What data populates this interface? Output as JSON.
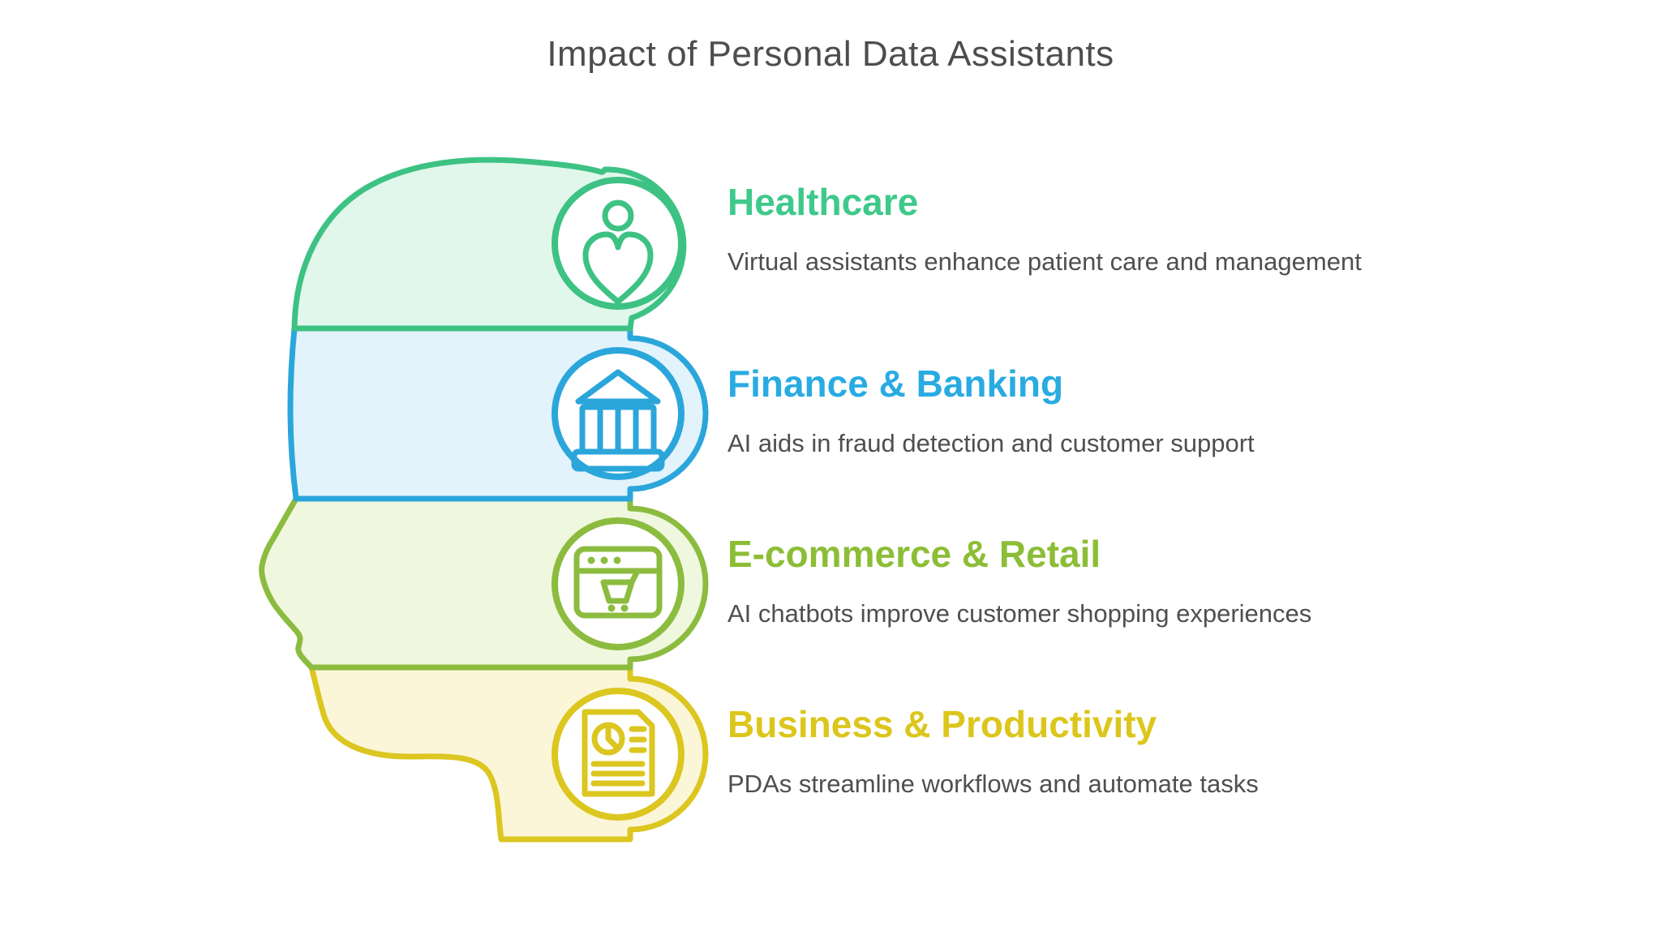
{
  "title": "Impact of Personal Data Assistants",
  "colors": {
    "background": "#ffffff",
    "title_text": "#4d4d4d",
    "body_text": "#4f4f4f"
  },
  "sections": [
    {
      "label": "Healthcare",
      "description": "Virtual assistants enhance patient care and management",
      "icon": "person-heart-icon",
      "accent_color": "#3ec98b",
      "stroke_color": "#3dc284",
      "fill_color": "#e2f7ec"
    },
    {
      "label": "Finance & Banking",
      "description": "AI aids in fraud detection and customer support",
      "icon": "bank-icon",
      "accent_color": "#29abe2",
      "stroke_color": "#2ba6db",
      "fill_color": "#e2f3fc"
    },
    {
      "label": "E-commerce & Retail",
      "description": "AI chatbots improve customer shopping experiences",
      "icon": "browser-shopping-cart-icon",
      "accent_color": "#8cbd36",
      "stroke_color": "#8cbc3f",
      "fill_color": "#f0f7df"
    },
    {
      "label": "Business & Productivity",
      "description": "PDAs streamline workflows and automate tasks",
      "icon": "report-document-icon",
      "accent_color": "#dcc61c",
      "stroke_color": "#dcc620",
      "fill_color": "#fcf6d8"
    }
  ]
}
